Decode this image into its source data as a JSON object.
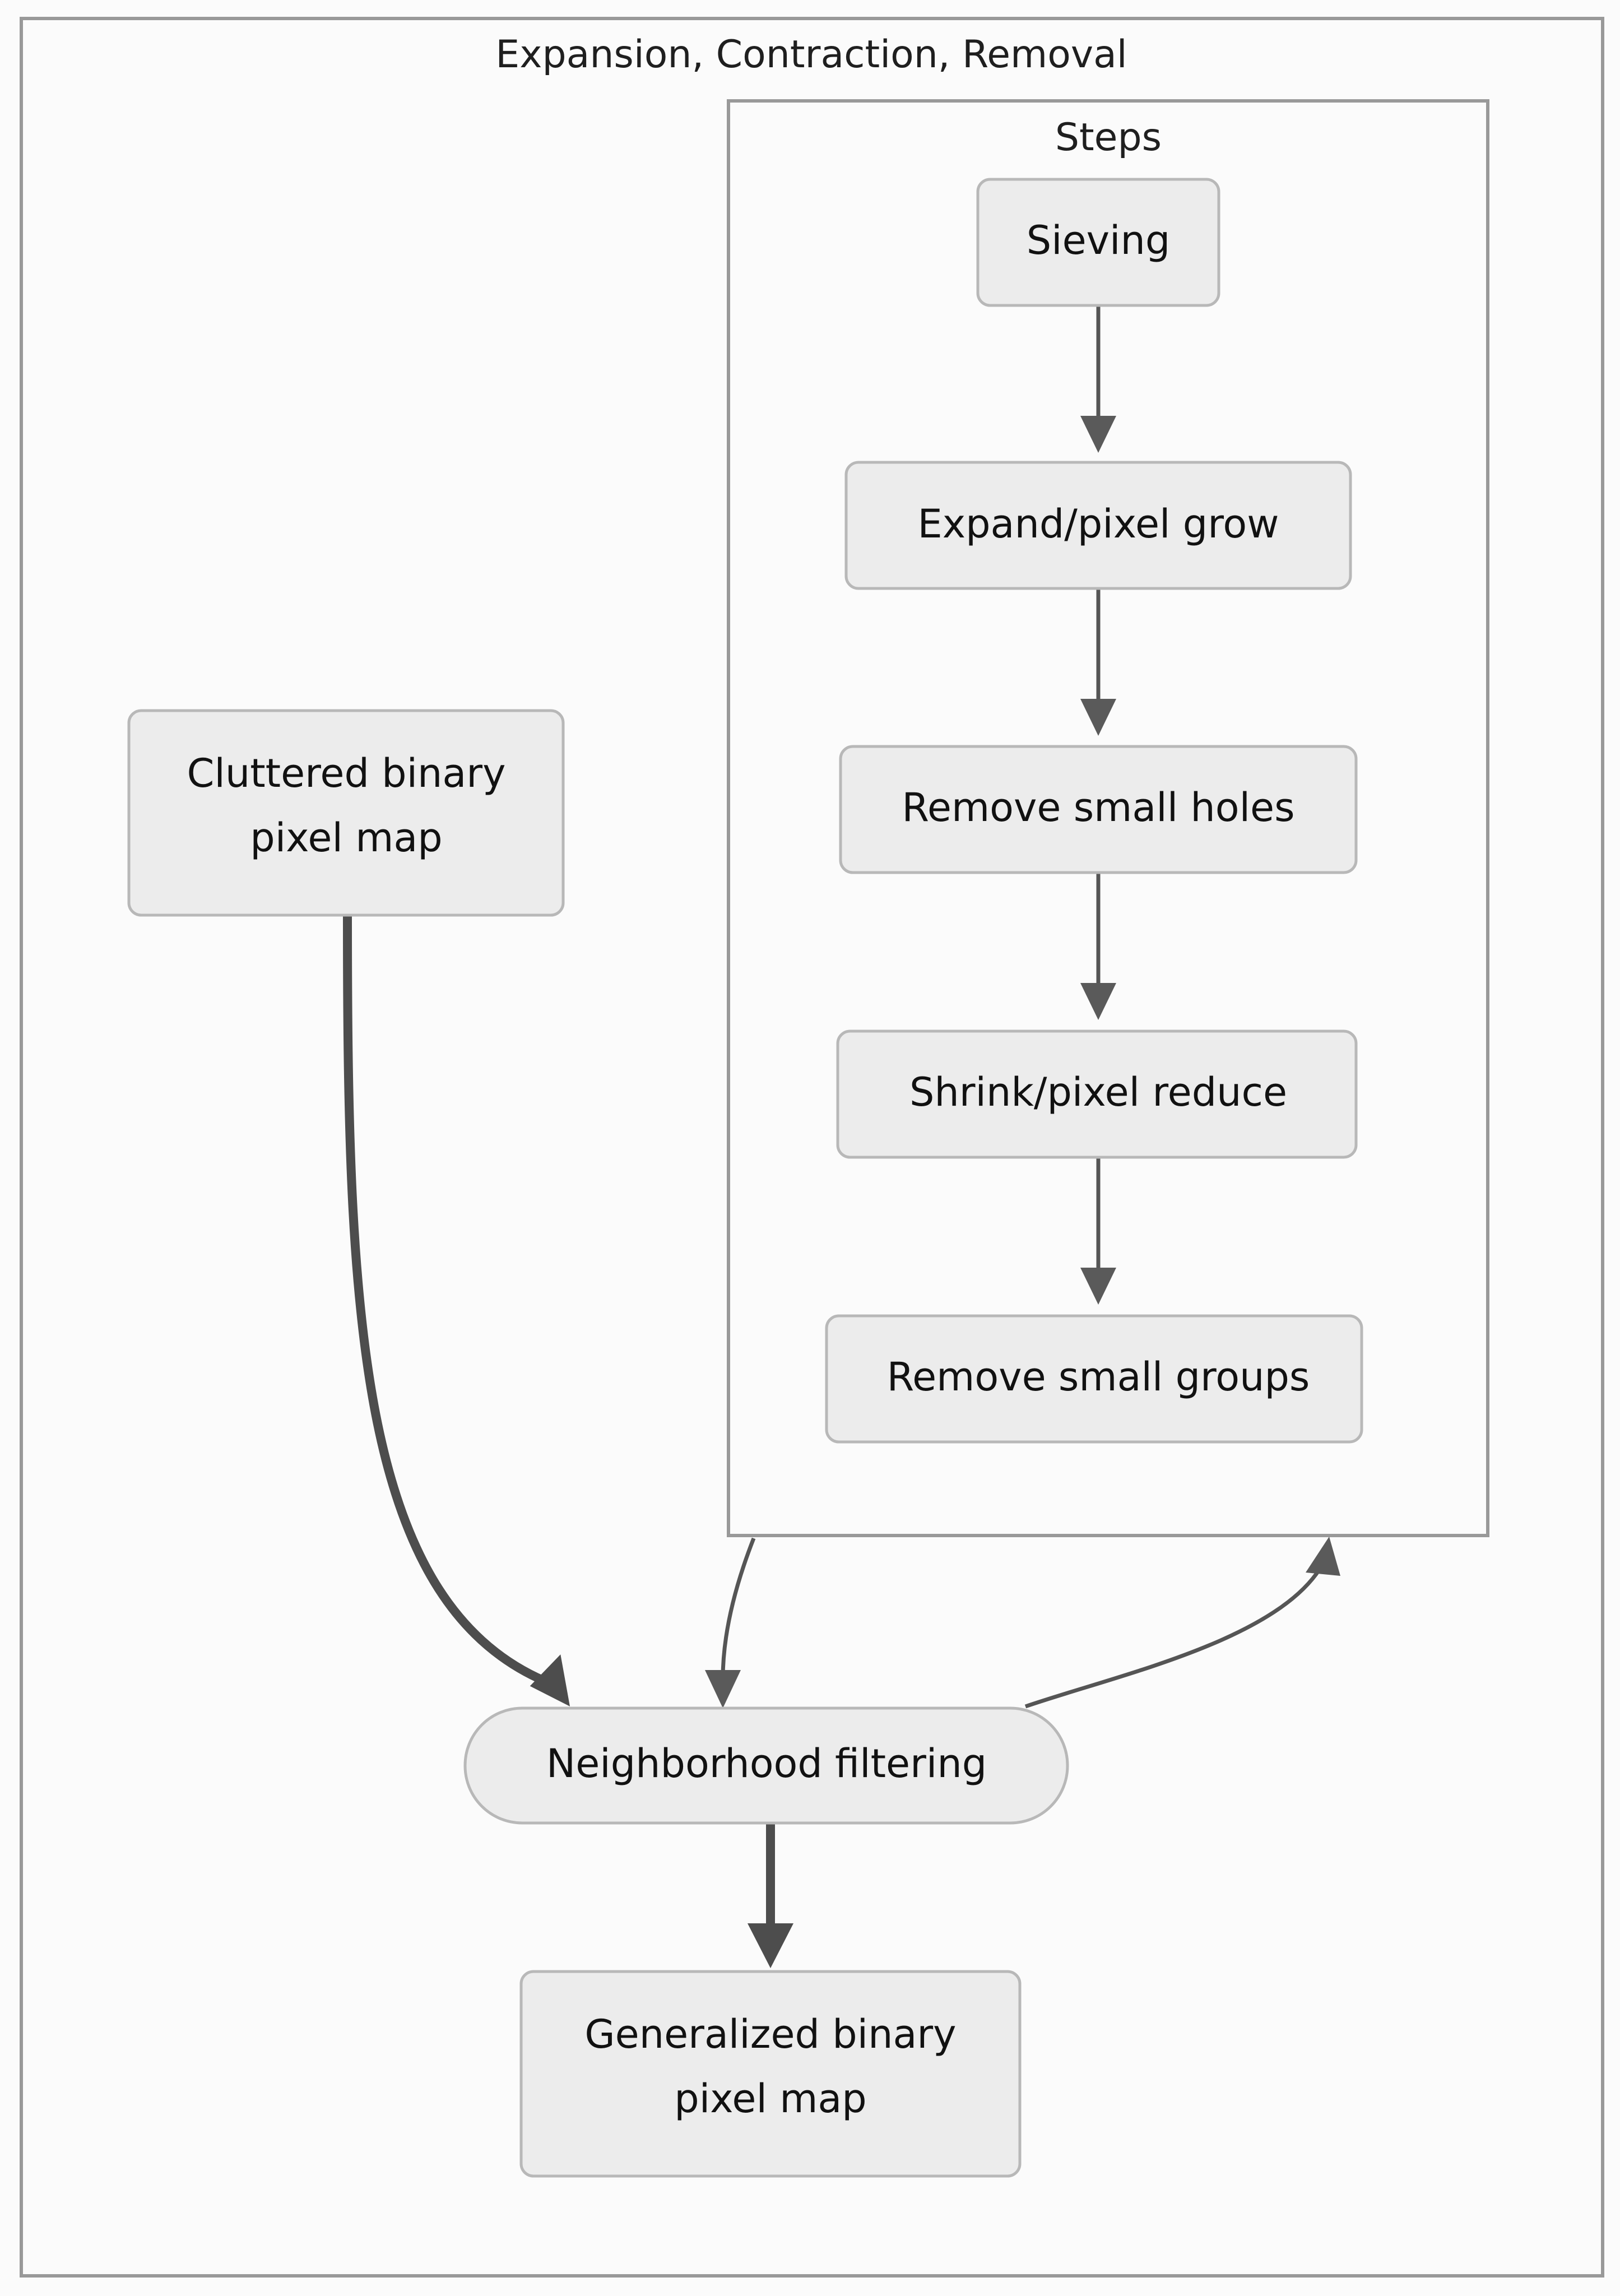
{
  "diagram": {
    "outer_group": {
      "title": "Expansion, Contraction, Removal"
    },
    "inner_group": {
      "title": "Steps"
    },
    "nodes": {
      "sieving": {
        "label": "Sieving"
      },
      "expand": {
        "label": "Expand/pixel grow"
      },
      "remove_holes": {
        "label": "Remove small holes"
      },
      "shrink": {
        "label": "Shrink/pixel reduce"
      },
      "remove_groups": {
        "label": "Remove small groups"
      },
      "cluttered": {
        "line1": "Cluttered binary",
        "line2": "pixel map"
      },
      "neighborhood": {
        "label": "Neighborhood filtering"
      },
      "generalized": {
        "line1": "Generalized binary",
        "line2": "pixel map"
      }
    },
    "colors": {
      "node_fill": "#ececec",
      "node_stroke": "#b8b8b8",
      "group_stroke": "#999999",
      "edge_stroke": "#555555",
      "background": "#fbfbfb",
      "text": "#111111"
    }
  }
}
